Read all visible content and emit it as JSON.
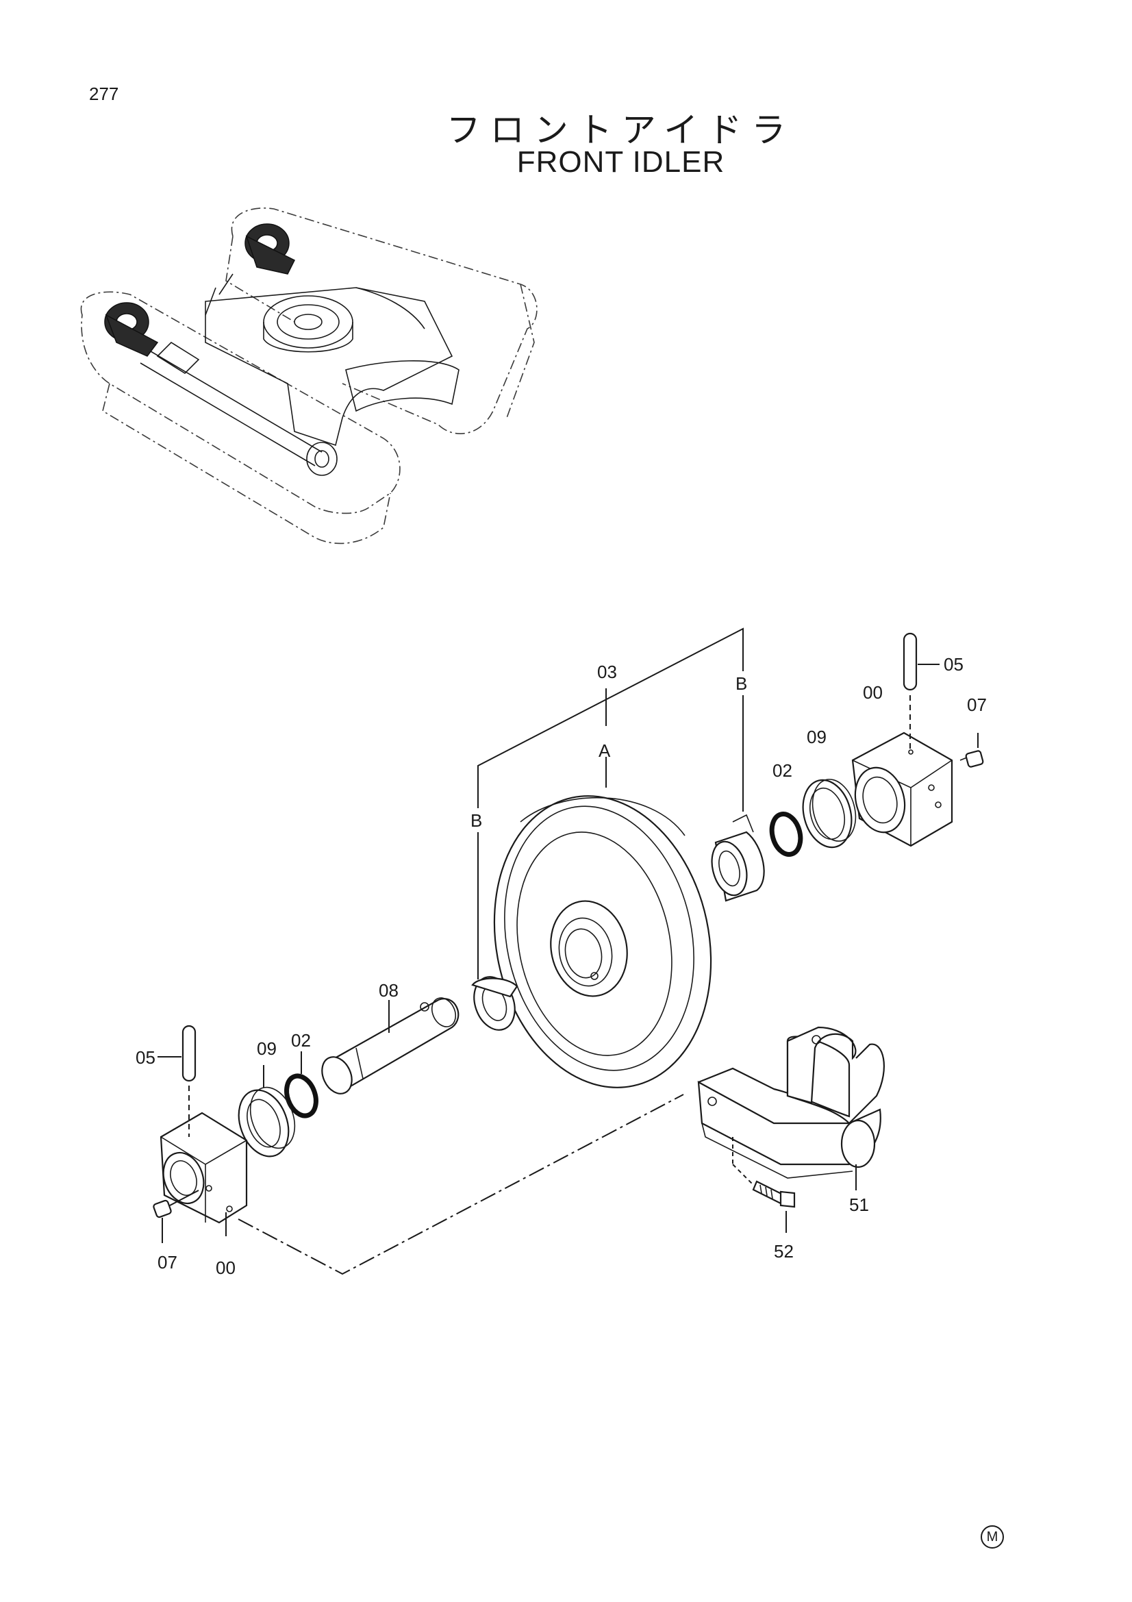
{
  "page": {
    "number": "277",
    "title_jp": "フロントアイドラ",
    "title_en": "FRONT IDLER",
    "corner_mark": "M"
  },
  "callouts": {
    "c03": "03",
    "cA": "A",
    "cB_right": "B",
    "cB_left": "B",
    "c05_right": "05",
    "c00_right": "00",
    "c07_right": "07",
    "c09_right": "09",
    "c02_right": "02",
    "c08": "08",
    "c05_left": "05",
    "c09_left": "09",
    "c02_left": "02",
    "c07_left": "07",
    "c00_left": "00",
    "c51": "51",
    "c52": "52"
  }
}
